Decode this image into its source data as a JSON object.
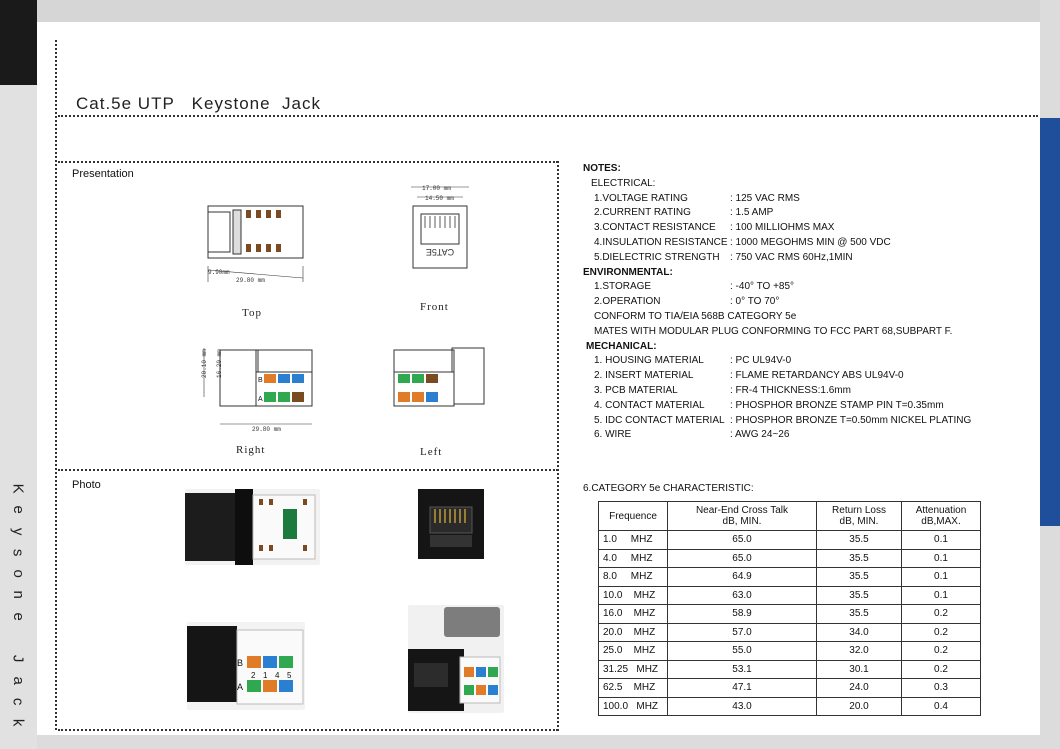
{
  "side_title": [
    "K",
    "e",
    "y",
    "s",
    "o",
    "n",
    "e",
    "",
    "J",
    "a",
    "c",
    "k"
  ],
  "title": "Cat.5e UTP   Keystone  Jack",
  "sections": {
    "presentation": "Presentation",
    "photo": "Photo"
  },
  "drawings": {
    "top_caption": "Top",
    "front_caption": "Front",
    "right_caption": "Right",
    "left_caption": "Left",
    "dims": {
      "width_17": "17.00 mm",
      "width_14": "14.50 mm",
      "len_29": "29.80 mm",
      "len_9": "9.90mm",
      "h_20": "20.10 mm",
      "h_16": "16.20 mm",
      "len_29b": "29.80 mm"
    },
    "front_marking": "CAT5E",
    "pin_row": [
      "2",
      "1",
      "4",
      "5"
    ],
    "labels_b": "B",
    "labels_a": "A"
  },
  "notes": {
    "heading": "NOTES:",
    "electrical_label": "ELECTRICAL:",
    "electrical": [
      {
        "k": "1.VOLTAGE RATING",
        "v": ": 125 VAC RMS"
      },
      {
        "k": "2.CURRENT RATING",
        "v": ": 1.5 AMP"
      },
      {
        "k": "3.CONTACT RESISTANCE",
        "v": ": 100 MILLIOHMS MAX"
      },
      {
        "k": "4.INSULATION RESISTANCE",
        "v": ": 1000 MEGOHMS MIN @ 500 VDC"
      },
      {
        "k": "5.DIELECTRIC STRENGTH",
        "v": ": 750 VAC RMS 60Hz,1MIN"
      }
    ],
    "environmental_label": "ENVIRONMENTAL:",
    "environmental": [
      {
        "k": "1.STORAGE",
        "v": ": -40° TO +85°"
      },
      {
        "k": "2.OPERATION",
        "v": ": 0° TO 70°"
      }
    ],
    "conform1": "CONFORM TO TIA/EIA 568B CATEGORY 5e",
    "conform2": "MATES WITH MODULAR PLUG CONFORMING TO FCC PART 68,SUBPART F.",
    "mechanical_label": "MECHANICAL:",
    "mechanical": [
      {
        "k": "1. HOUSING MATERIAL",
        "v": ": PC UL94V-0"
      },
      {
        "k": "2. INSERT MATERIAL",
        "v": ": FLAME RETARDANCY ABS UL94V-0"
      },
      {
        "k": "3. PCB MATERIAL",
        "v": ": FR-4 THICKNESS:1.6mm"
      },
      {
        "k": "4. CONTACT MATERIAL",
        "v": ": PHOSPHOR BRONZE STAMP PIN T=0.35mm"
      },
      {
        "k": "5. IDC CONTACT MATERIAL",
        "v": ": PHOSPHOR BRONZE T=0.50mm NICKEL PLATING"
      },
      {
        "k": "6. WIRE",
        "v": ": AWG 24~26"
      }
    ]
  },
  "characteristic": {
    "title": "6.CATEGORY 5e CHARACTERISTIC:",
    "headers": [
      "Frequence",
      "Near-End Cross Talk\ndB, MIN.",
      "Return Loss\ndB, MIN.",
      "Attenuation\ndB,MAX."
    ],
    "rows": [
      [
        "1.0     MHZ",
        "65.0",
        "35.5",
        "0.1"
      ],
      [
        "4.0     MHZ",
        "65.0",
        "35.5",
        "0.1"
      ],
      [
        "8.0     MHZ",
        "64.9",
        "35.5",
        "0.1"
      ],
      [
        "10.0    MHZ",
        "63.0",
        "35.5",
        "0.1"
      ],
      [
        "16.0    MHZ",
        "58.9",
        "35.5",
        "0.2"
      ],
      [
        "20.0    MHZ",
        "57.0",
        "34.0",
        "0.2"
      ],
      [
        "25.0    MHZ",
        "55.0",
        "32.0",
        "0.2"
      ],
      [
        "31.25   MHZ",
        "53.1",
        "30.1",
        "0.2"
      ],
      [
        "62.5    MHZ",
        "47.1",
        "24.0",
        "0.3"
      ],
      [
        "100.0   MHZ",
        "43.0",
        "20.0",
        "0.4"
      ]
    ]
  },
  "colors": {
    "accent": "#1f4e9a",
    "orange": "#e07b28",
    "green": "#2fa84f",
    "blue": "#2a7fd0",
    "brown": "#7a4a22"
  }
}
